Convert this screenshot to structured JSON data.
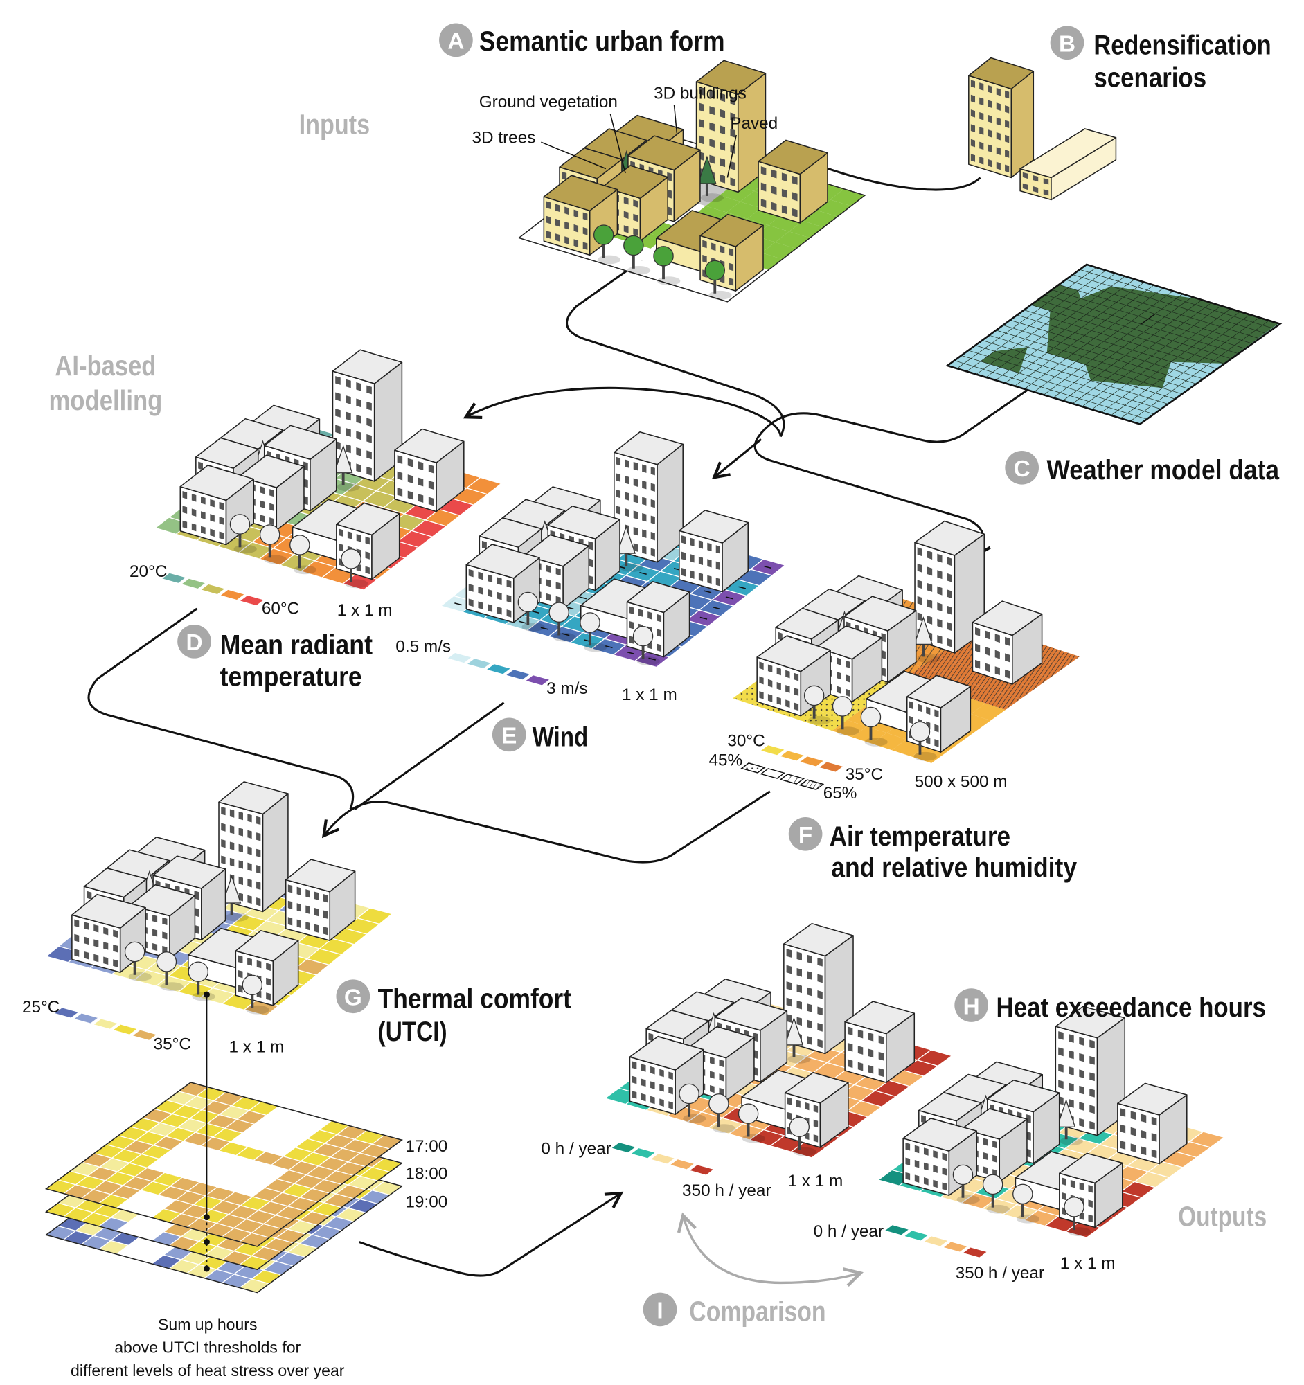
{
  "sections": {
    "A": {
      "letter": "A",
      "title": "Semantic urban form"
    },
    "B": {
      "letter": "B",
      "title_line1": "Redensification",
      "title_line2": "scenarios"
    },
    "C": {
      "letter": "C",
      "title": "Weather model data"
    },
    "D": {
      "letter": "D",
      "title_line1": "Mean radiant",
      "title_line2": "temperature"
    },
    "E": {
      "letter": "E",
      "title": "Wind"
    },
    "F": {
      "letter": "F",
      "title_line1": "Air temperature",
      "title_line2": "and relative humidity"
    },
    "G": {
      "letter": "G",
      "title_line1": "Thermal comfort",
      "title_line2": "(UTCI)"
    },
    "H": {
      "letter": "H",
      "title": "Heat exceedance hours"
    },
    "I": {
      "letter": "I",
      "title": "Comparison"
    }
  },
  "stage_labels": {
    "inputs": "Inputs",
    "modelling_line1": "AI-based",
    "modelling_line2": "modelling",
    "outputs": "Outputs"
  },
  "annotations": {
    "ground_vegetation": "Ground vegetation",
    "buildings_3d": "3D buildings",
    "trees_3d": "3D trees",
    "paved": "Paved"
  },
  "legends": {
    "mrt": {
      "min": "20°C",
      "max": "60°C",
      "resolution": "1 x 1 m",
      "colors": [
        "#6aaea7",
        "#94c285",
        "#c8c05a",
        "#f2903a",
        "#ea4a4a"
      ]
    },
    "wind": {
      "min": "0.5 m/s",
      "max": "3 m/s",
      "resolution": "1 x 1 m",
      "colors": [
        "#d6eef3",
        "#9dd2dd",
        "#35a6c2",
        "#4d73b8",
        "#7c4fae"
      ]
    },
    "air": {
      "temp_min": "30°C",
      "temp_max": "35°C",
      "humidity_min": "45%",
      "humidity_max": "65%",
      "resolution": "500 x 500 m",
      "temp_colors": [
        "#f2dc4a",
        "#f5b740",
        "#f09a3a",
        "#e07a35"
      ],
      "humidity_patterns": [
        "dots",
        "blank",
        "hatch-sparse",
        "hatch-dense"
      ]
    },
    "utci": {
      "min": "25°C",
      "max": "35°C",
      "resolution": "1 x 1 m",
      "colors": [
        "#5c6fb5",
        "#8c9fd2",
        "#f4ec9c",
        "#eedc3e",
        "#e2b060"
      ]
    },
    "heat_hours_1": {
      "min": "0 h / year",
      "max": "350 h / year",
      "resolution": "1 x 1 m",
      "colors": [
        "#14917f",
        "#2fc0a8",
        "#f9dfa0",
        "#f4b066",
        "#c0392b"
      ]
    },
    "heat_hours_2": {
      "min": "0 h / year",
      "max": "350 h / year",
      "resolution": "1 x 1 m",
      "colors": [
        "#14917f",
        "#2fc0a8",
        "#f9dfa0",
        "#f4b066",
        "#c0392b"
      ]
    }
  },
  "time_layers": [
    "17:00",
    "18:00",
    "19:00"
  ],
  "summary_caption": {
    "line1": "Sum up hours",
    "line2": "above UTCI thresholds for",
    "line3": "different levels of heat stress over year"
  },
  "colors": {
    "letter_badge": "#a8a8a8",
    "building_light": "#ffffff",
    "building_shade": "#d6d6d6",
    "building_roof": "#ececec",
    "input_building_light": "#f6eaa8",
    "input_building_shade": "#d6bc6c",
    "input_building_roof": "#b9a150",
    "vegetation": "#86c440",
    "paved": "#c8c8c8",
    "sea": "#9fd7e4",
    "land": "#3f6b3c",
    "weather_cell": "#f26a1b"
  }
}
